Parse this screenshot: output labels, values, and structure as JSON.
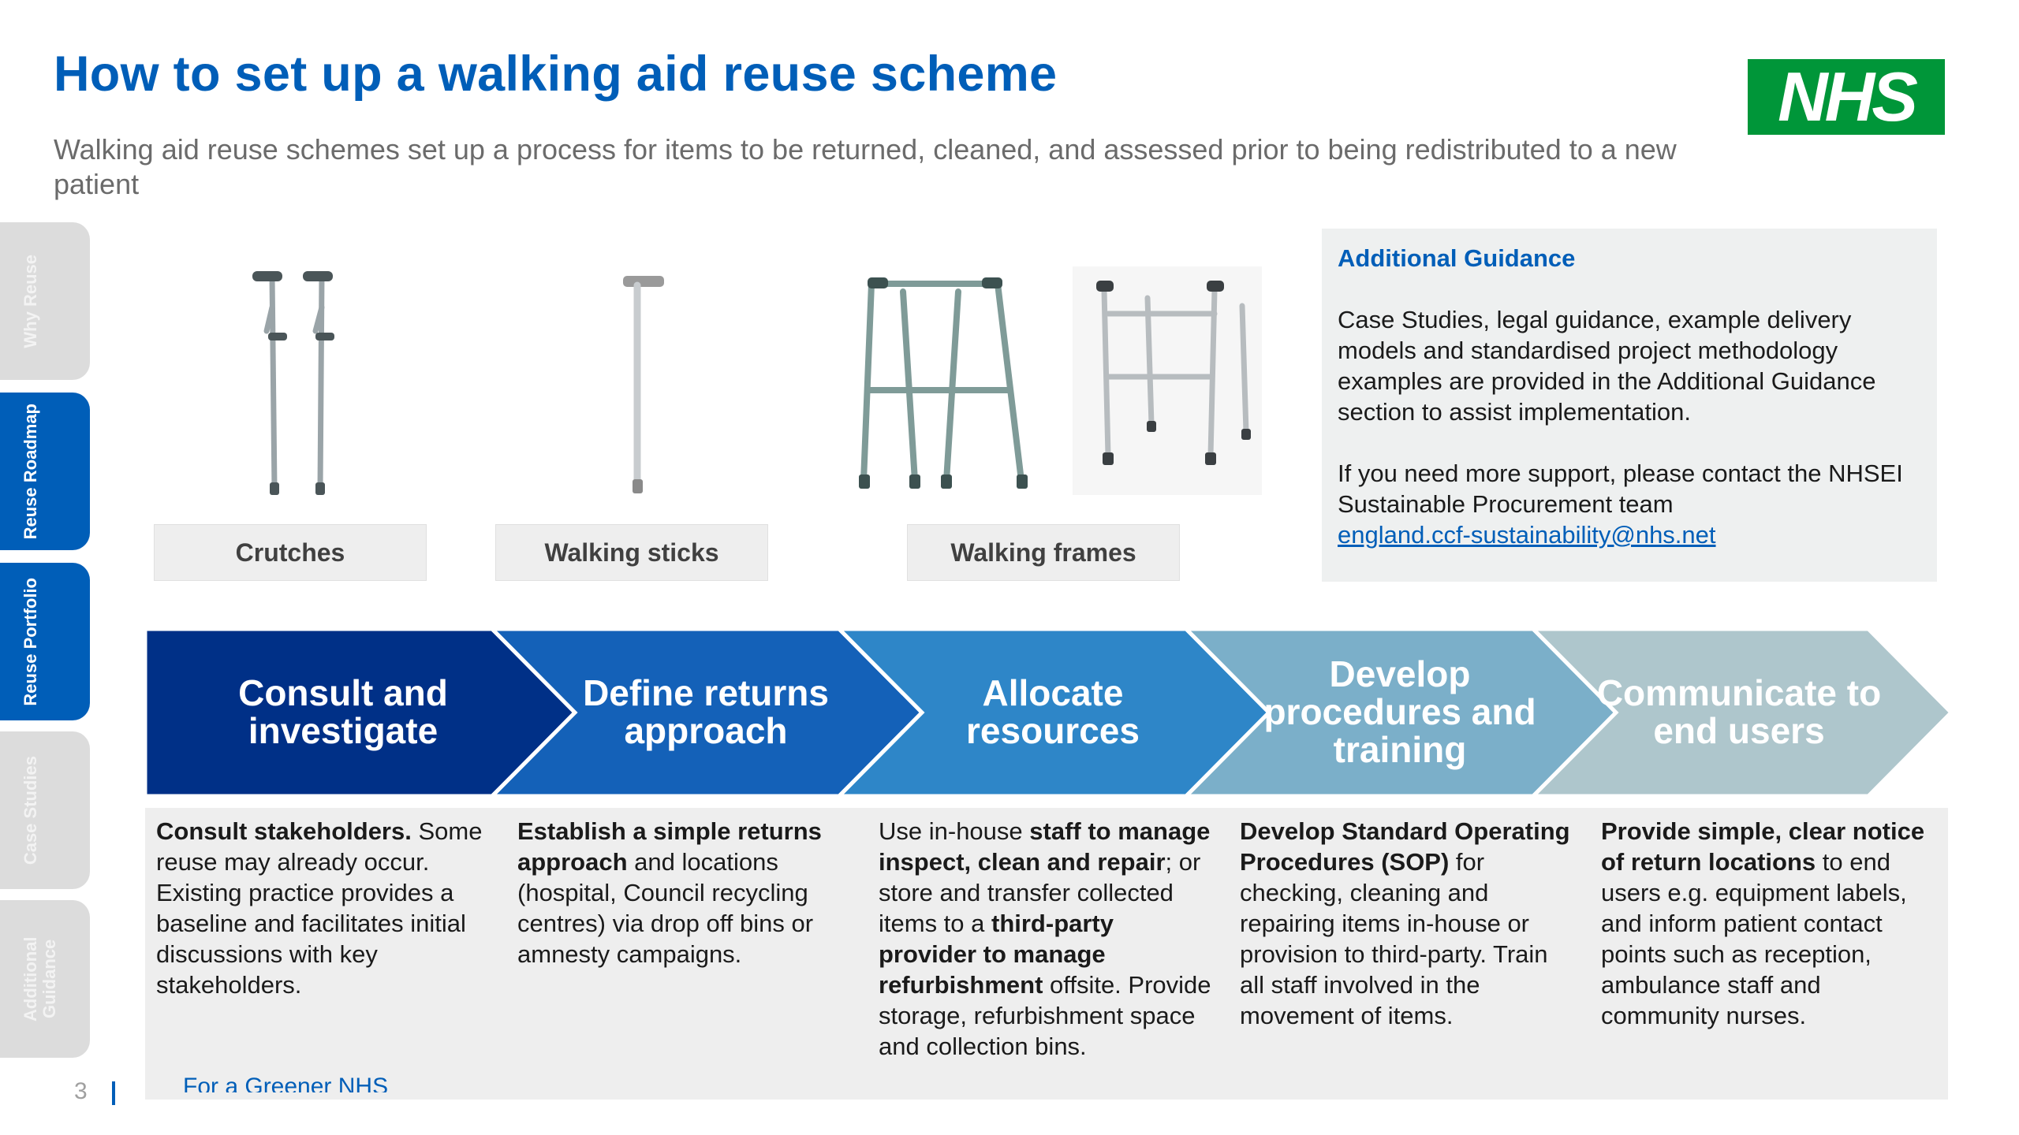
{
  "header": {
    "title": "How to set up a walking aid reuse scheme",
    "subtitle": "Walking aid reuse schemes set up a process for items to be returned, cleaned, and assessed prior to being redistributed to a new patient",
    "logo_text": "NHS"
  },
  "sidebar": {
    "tabs": [
      {
        "label": "Why Reuse",
        "active": false
      },
      {
        "label": "Reuse Roadmap",
        "active": true
      },
      {
        "label": "Reuse Portfolio",
        "active": true
      },
      {
        "label": "Case Studies",
        "active": false
      },
      {
        "label": "Additional Guidance",
        "active": false
      }
    ]
  },
  "items": [
    {
      "label": "Crutches",
      "icon": "crutches-icon"
    },
    {
      "label": "Walking sticks",
      "icon": "walking-stick-icon"
    },
    {
      "label": "Walking frames",
      "icon": "walking-frame-icon"
    }
  ],
  "guidance": {
    "title": "Additional Guidance",
    "body": "Case Studies, legal guidance, example delivery models and standardised project methodology examples are provided in the Additional Guidance section to assist implementation.",
    "support": "If you need more support, please contact the NHSEI  Sustainable Procurement team",
    "email": "england.ccf-sustainability@nhs.net"
  },
  "steps": [
    {
      "title": "Consult and investigate",
      "color": "#003087"
    },
    {
      "title": "Define returns approach",
      "color": "#1461b8"
    },
    {
      "title": "Allocate resources",
      "color": "#2e86c8"
    },
    {
      "title": "Develop procedures and training",
      "color": "#7bafc9"
    },
    {
      "title": "Communicate to end users",
      "color": "#aec6cc"
    }
  ],
  "descriptions": [
    {
      "parts": [
        {
          "text": "Consult stakeholders.",
          "bold": true
        },
        {
          "text": " Some reuse may already occur. Existing practice provides a baseline and facilitates initial discussions with key stakeholders.",
          "bold": false
        }
      ]
    },
    {
      "parts": [
        {
          "text": "Establish a simple returns approach",
          "bold": true
        },
        {
          "text": " and locations (hospital, Council recycling centres) via drop off bins or amnesty campaigns.",
          "bold": false
        }
      ]
    },
    {
      "parts": [
        {
          "text": "Use in-house ",
          "bold": false
        },
        {
          "text": "staff to manage inspect, clean and repair",
          "bold": true
        },
        {
          "text": "; or store and transfer collected items to a ",
          "bold": false
        },
        {
          "text": "third-party provider to manage refurbishment",
          "bold": true
        },
        {
          "text": " offsite. Provide storage, refurbishment space and collection bins.",
          "bold": false
        }
      ]
    },
    {
      "parts": [
        {
          "text": "Develop Standard Operating Procedures (SOP)",
          "bold": true
        },
        {
          "text": " for checking, cleaning and repairing items in-house or provision to third-party. Train all staff involved in the movement of items.",
          "bold": false
        }
      ]
    },
    {
      "parts": [
        {
          "text": "Provide simple, clear notice of return locations",
          "bold": true
        },
        {
          "text": " to end users e.g. equipment labels, and inform patient contact points such as reception, ambulance staff and community nurses.",
          "bold": false
        }
      ]
    }
  ],
  "footer": {
    "page_number": "3",
    "text": "For a Greener NHS"
  }
}
